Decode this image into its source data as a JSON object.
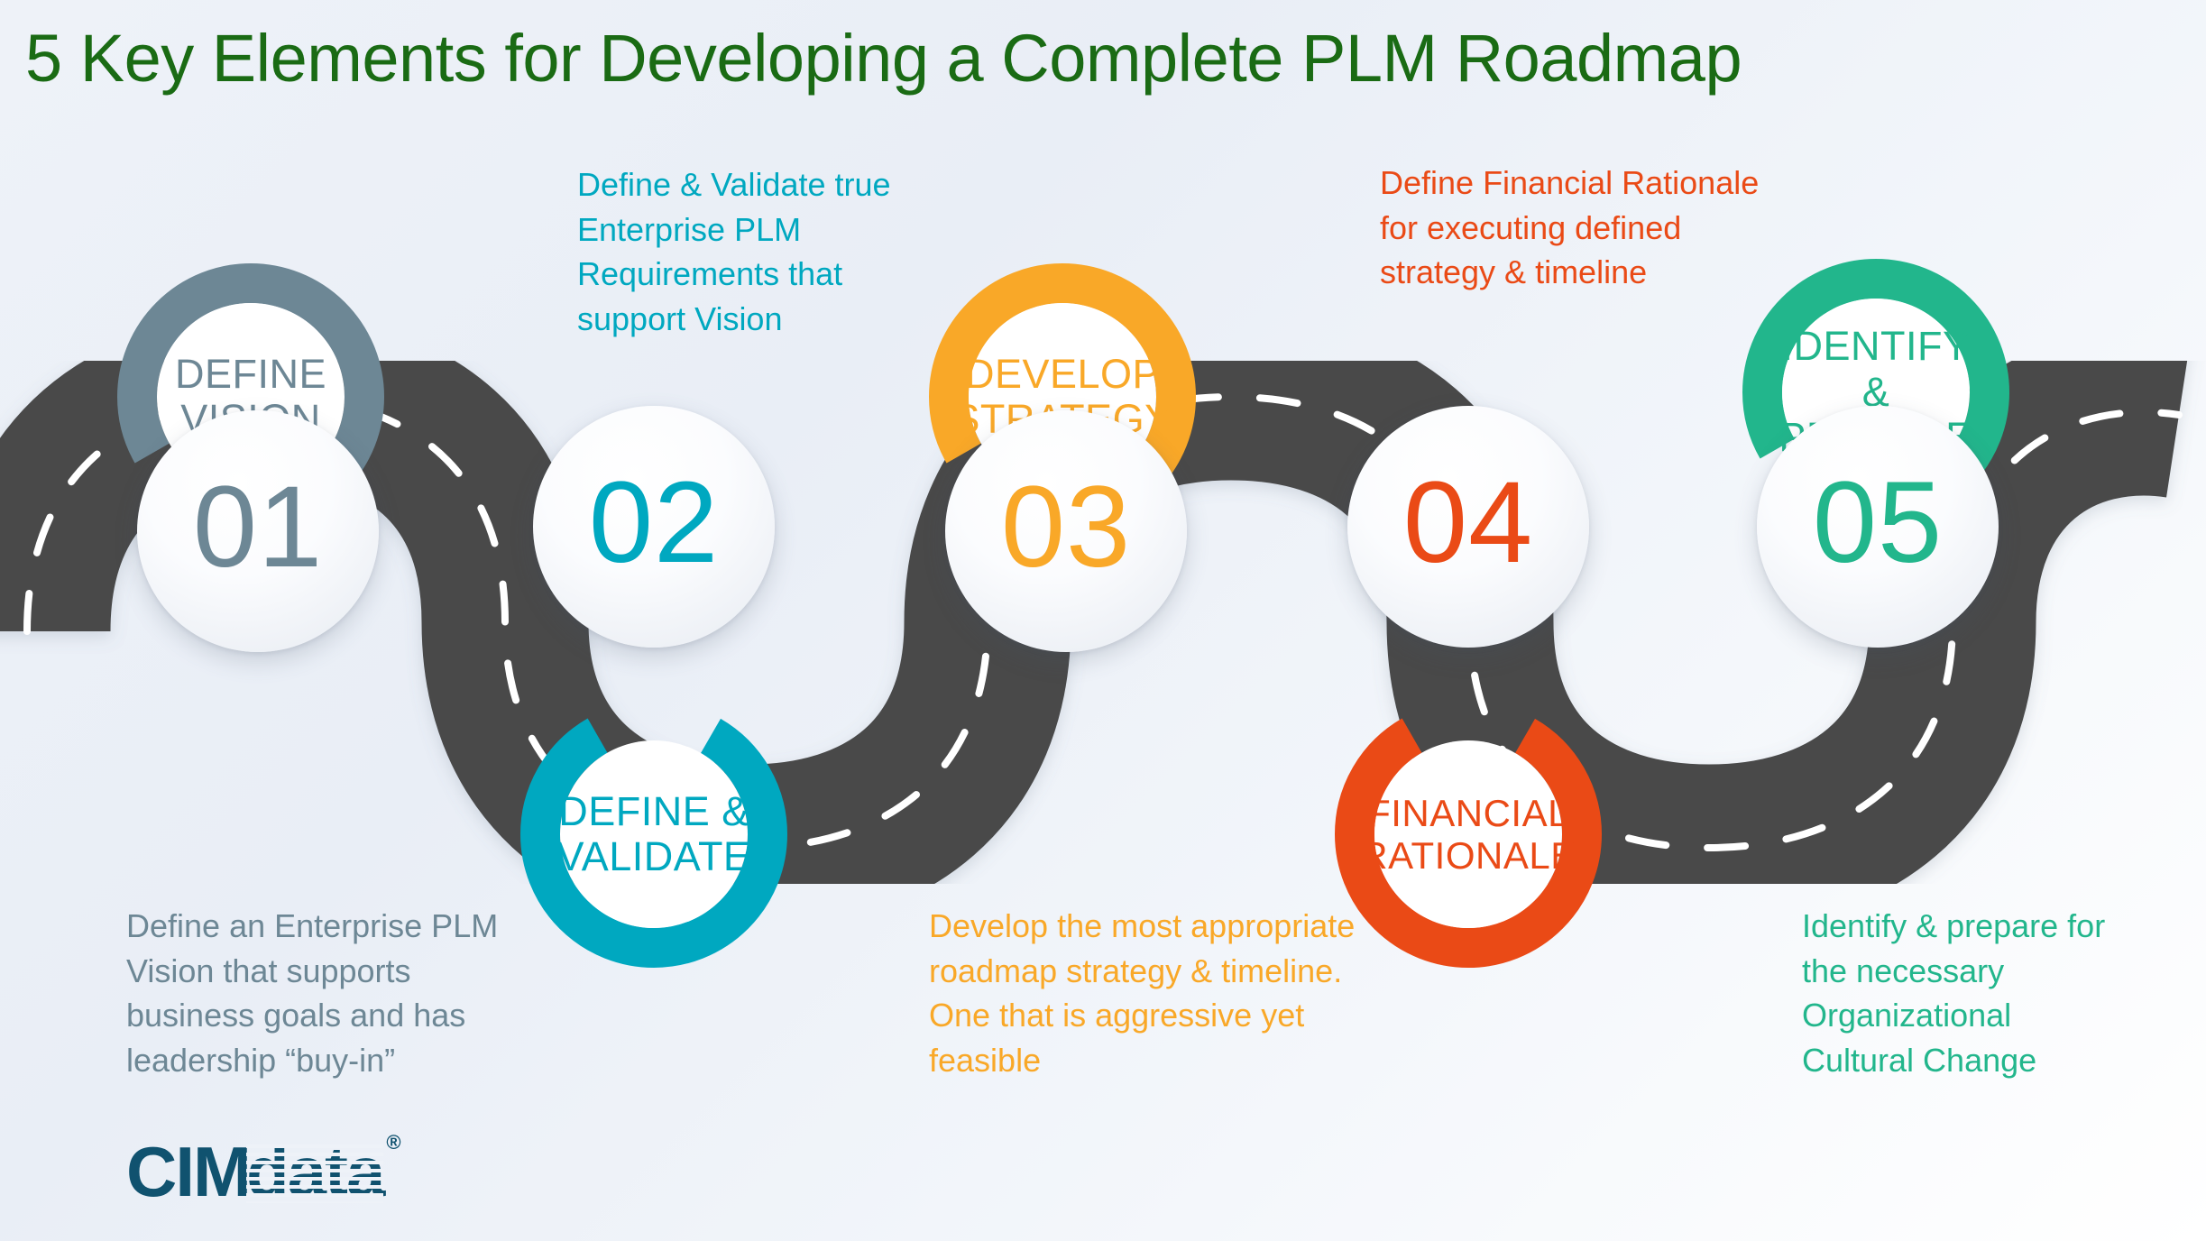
{
  "title": "5 Key Elements for Developing a Complete PLM Roadmap",
  "colors": {
    "title_green": "#1a6b14",
    "road": "#4a4a4a",
    "lane_marking": "#ffffff",
    "background": "#eef2f8",
    "logo_blue": "#10526f"
  },
  "steps": [
    {
      "number": "01",
      "label": "DEFINE VISION",
      "label_lines": [
        "DEFINE",
        "VISION"
      ],
      "description": "Define an Enterprise PLM Vision that supports business goals and has leadership “buy-in”",
      "color": "#6d8795",
      "ring_position": "above",
      "desc_position": "below"
    },
    {
      "number": "02",
      "label": "DEFINE & VALIDATE",
      "label_lines": [
        "DEFINE &",
        "VALIDATE"
      ],
      "description": "Define & Validate true Enterprise PLM Requirements that support Vision",
      "color": "#00a8c0",
      "ring_position": "below",
      "desc_position": "above"
    },
    {
      "number": "03",
      "label": "DEVELOP STRATEGY",
      "label_lines": [
        "DEVELOP",
        "STRATEGY"
      ],
      "description": "Develop the most appropriate roadmap strategy & timeline. One that is aggressive yet feasible",
      "color": "#f9a828",
      "ring_position": "above",
      "desc_position": "below"
    },
    {
      "number": "04",
      "label": "FINANCIAL RATIONALE",
      "label_lines": [
        "FINANCIAL",
        "RATIONALE"
      ],
      "description": "Define Financial Rationale for executing defined strategy & timeline",
      "color": "#ea4a16",
      "ring_position": "below",
      "desc_position": "above"
    },
    {
      "number": "05",
      "label": "IDENTIFY & PREPARE",
      "label_lines": [
        "IDENTIFY &",
        "PREPARE"
      ],
      "description": "Identify & prepare for the necessary Organizational Cultural Change",
      "color": "#22b68c",
      "ring_position": "above",
      "desc_position": "below"
    }
  ],
  "logo": {
    "part1": "CIM",
    "part2": "data",
    "registered": "®"
  }
}
